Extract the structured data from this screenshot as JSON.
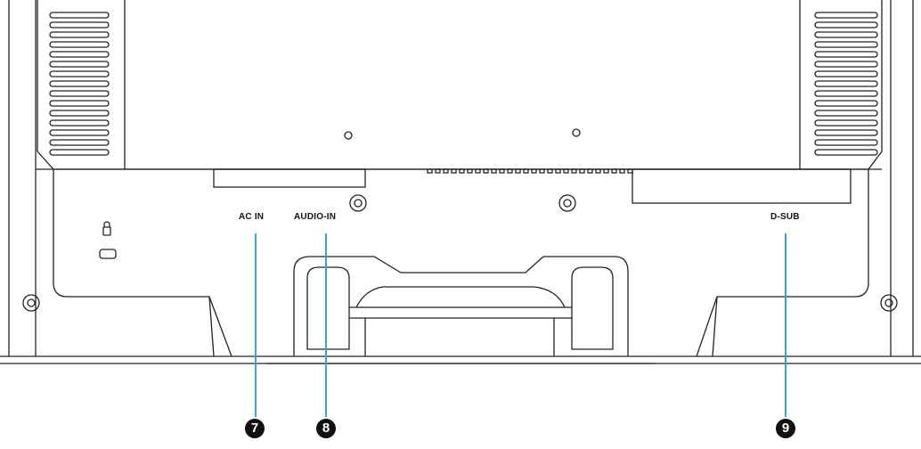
{
  "ports": [
    {
      "id": "ac-in",
      "label": "AC IN",
      "callout": "7"
    },
    {
      "id": "audio-in",
      "label": "AUDIO-IN",
      "callout": "8"
    },
    {
      "id": "d-sub",
      "label": "D-SUB",
      "callout": "9"
    }
  ],
  "colors": {
    "outline": "#222222",
    "callout_line": "#3aa6c8",
    "callout_badge": "#111111"
  },
  "icons": {
    "security_lock": "kensington-lock-icon"
  }
}
